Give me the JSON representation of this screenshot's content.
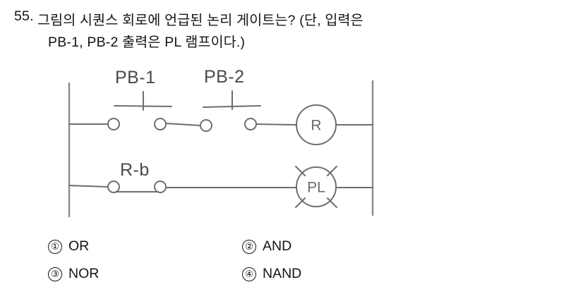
{
  "question": {
    "number": "55.",
    "line_1": "그림의 시퀀스 회로에 언급된 논리 게이트는? (단, 입력은",
    "line_2": "PB-1, PB-2 출력은 PL 램프이다.)"
  },
  "diagram": {
    "type": "ladder-sequence-circuit",
    "labels": {
      "pb1": "PB-1",
      "pb2": "PB-2",
      "rb": "R-b",
      "relay_coil": "R",
      "pilot_lamp": "PL"
    },
    "rung_1": {
      "contacts": [
        "PB-1",
        "PB-2"
      ],
      "contact_type": "normally-open-pushbutton",
      "output": "R"
    },
    "rung_2": {
      "contacts": [
        "R-b"
      ],
      "contact_type": "normally-closed",
      "output": "PL"
    },
    "line_color": "#6e6e6e",
    "rail_color": "#8a8a8a"
  },
  "answers": {
    "options": [
      {
        "marker": "①",
        "label": "OR"
      },
      {
        "marker": "②",
        "label": "AND"
      },
      {
        "marker": "③",
        "label": "NOR"
      },
      {
        "marker": "④",
        "label": "NAND"
      }
    ]
  }
}
